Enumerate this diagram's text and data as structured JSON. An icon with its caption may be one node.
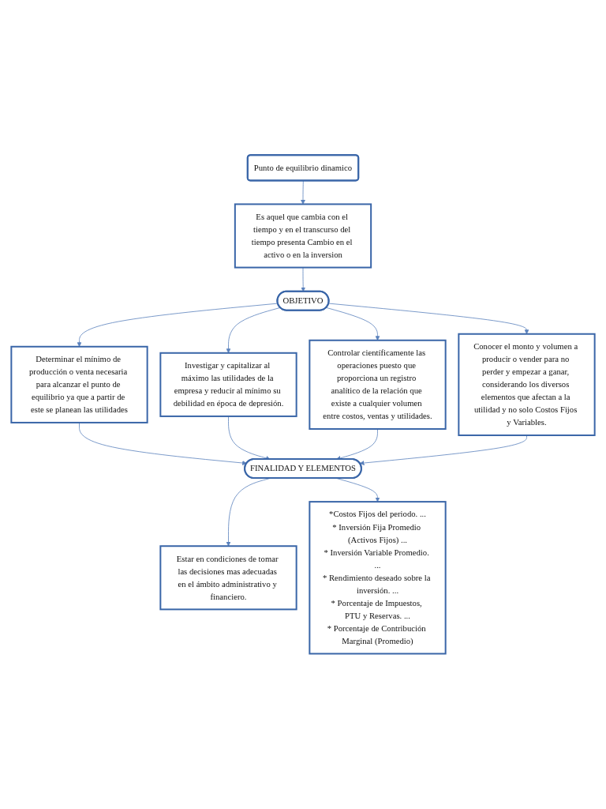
{
  "diagram": {
    "nodes": [
      {
        "text": [
          "Punto de equilibrio dinamico"
        ]
      },
      {
        "text": [
          "Es aquel que cambia con el tiempo y en el transcurso del tiempo presenta Cambio en el activo o en la inversion"
        ]
      },
      {
        "text": [
          "OBJETIVO"
        ]
      },
      {
        "text": [
          "Determinar el mínimo de producción o venta necesaria para alcanzar el punto de equilibrio ya que a partir de este se planean las utilidades"
        ]
      },
      {
        "text": [
          "Investigar y capitalizar al máximo las utilidades de la empresa y reducir al mínimo su debilidad en época de depresión."
        ]
      },
      {
        "text": [
          "Controlar científicamente las operaciones puesto que proporciona un registro analítico de la relación que existe a cualquier volumen entre costos, ventas y utilidades."
        ]
      },
      {
        "text": [
          "Conocer el monto y volumen a producir o vender para no perder y empezar a ganar, considerando los diversos elementos que afectan a la utilidad y no solo Costos Fijos y Variables."
        ]
      },
      {
        "text": [
          "FINALIDAD Y ELEMENTOS"
        ]
      },
      {
        "text": [
          "Estar en condiciones de tomar las decisiones mas adecuadas en el ámbito administrativo y financiero."
        ]
      },
      {
        "text": [
          "*Costos Fijos del periodo. ...",
          "* Inversión Fija Promedio (Activos Fijos) ...",
          "* Inversión Variable Promedio. ...",
          "* Rendimiento deseado sobre la inversión. ...",
          "* Porcentaje de Impuestos, PTU y Reservas. ...",
          "* Porcentaje de Contribución Marginal (Promedio)"
        ]
      }
    ],
    "edges": [
      {
        "from": 0,
        "to": 1,
        "arrow": "to"
      },
      {
        "from": 1,
        "to": 2,
        "arrow": "to"
      },
      {
        "from": 2,
        "to": 3,
        "arrow": "to"
      },
      {
        "from": 2,
        "to": 4,
        "arrow": "to"
      },
      {
        "from": 2,
        "to": 5,
        "arrow": "to"
      },
      {
        "from": 2,
        "to": 6,
        "arrow": "to"
      },
      {
        "from": 3,
        "to": 7,
        "arrow": "to"
      },
      {
        "from": 4,
        "to": 7,
        "arrow": "to"
      },
      {
        "from": 5,
        "to": 7,
        "arrow": "to"
      },
      {
        "from": 6,
        "to": 7,
        "arrow": "to"
      },
      {
        "from": 7,
        "to": 8,
        "arrow": "to"
      },
      {
        "from": 7,
        "to": 9,
        "arrow": "to"
      }
    ]
  }
}
